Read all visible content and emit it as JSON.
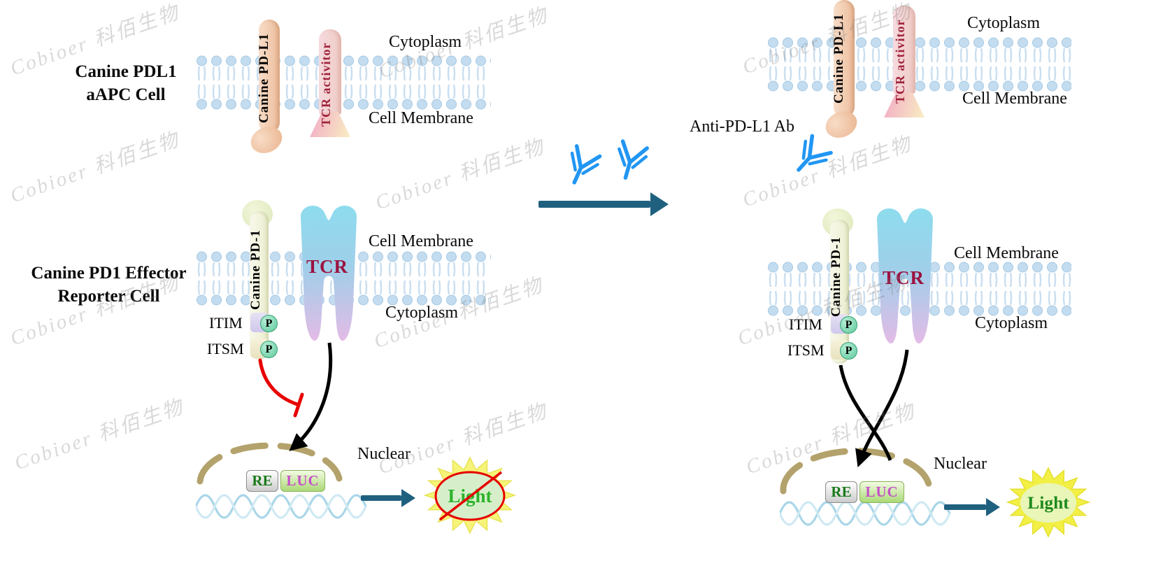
{
  "watermark": "Cobioer  科佰生物",
  "left": {
    "apc_label_1": "Canine PDL1",
    "apc_label_2": "aAPC Cell",
    "apc_cytoplasm": "Cytoplasm",
    "apc_membrane": "Cell Membrane",
    "pdl1": "Canine PD-L1",
    "tcr_activator": "TCR activitor",
    "eff_label_1": "Canine PD1 Effector",
    "eff_label_2": "Reporter Cell",
    "eff_membrane": "Cell Membrane",
    "eff_cytoplasm": "Cytoplasm",
    "pd1": "Canine PD-1",
    "tcr": "TCR",
    "itim": "ITIM",
    "itsm": "ITSM",
    "p": "P",
    "nuclear": "Nuclear",
    "re": "RE",
    "luc": "LUC",
    "light": "Light"
  },
  "right": {
    "antibody_label": "Anti-PD-L1 Ab",
    "apc_cytoplasm": "Cytoplasm",
    "apc_membrane": "Cell Membrane",
    "pdl1": "Canine PD-L1",
    "tcr_activator": "TCR activitor",
    "eff_membrane": "Cell Membrane",
    "eff_cytoplasm": "Cytoplasm",
    "pd1": "Canine PD-1",
    "tcr": "TCR",
    "itim": "ITIM",
    "itsm": "ITSM",
    "p": "P",
    "nuclear": "Nuclear",
    "re": "RE",
    "luc": "LUC",
    "light": "Light"
  },
  "colors": {
    "membrane_head": "#c3dcef",
    "arrow_teal": "#20607f",
    "antibody_blue": "#2196f3",
    "inhibition_red": "#e80000",
    "tcr_text": "#9b1240",
    "re_text": "#1a7a1a",
    "luc_text": "#c44fc8",
    "light_text_left": "#2db32d",
    "light_text_right": "#1e8a1e",
    "nucleus_arc": "#b3a26b"
  }
}
